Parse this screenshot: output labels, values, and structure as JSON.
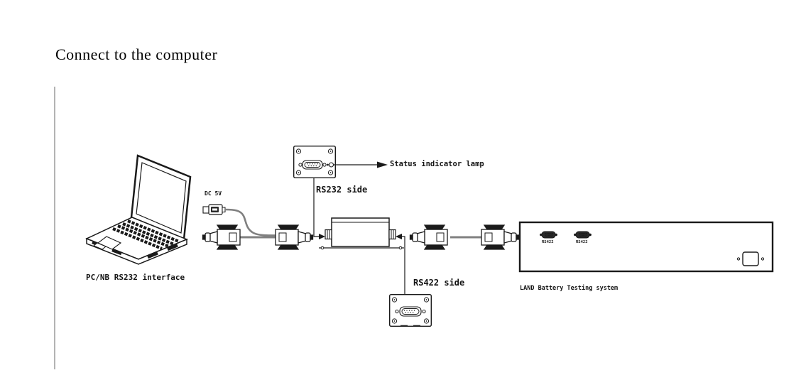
{
  "page": {
    "title": "Connect to the computer"
  },
  "diagram": {
    "computer_label": "PC/NB RS232 interface",
    "dc_power_label": "DC 5V",
    "rs232_side_label": "RS232 side",
    "status_lamp_label": "Status indicator lamp",
    "rs422_side_label": "RS422 side",
    "tester_label": "LAND Battery Testing system",
    "tester_ports": [
      {
        "label": "RS422"
      },
      {
        "label": "RS422"
      }
    ],
    "components": [
      "laptop",
      "dc-5v-power-plug",
      "rs232-serial-cable",
      "rs232-rs422-converter-box",
      "rs232-port-plate-with-status-lamps",
      "rs422-serial-cable",
      "rs422-port-plate",
      "land-battery-tester-front-panel",
      "power-inlet-socket"
    ],
    "colors": {
      "line_art": "#1a1a1a",
      "cable": "#808080",
      "margin_line": "#b3b3b3",
      "background": "#ffffff"
    }
  }
}
